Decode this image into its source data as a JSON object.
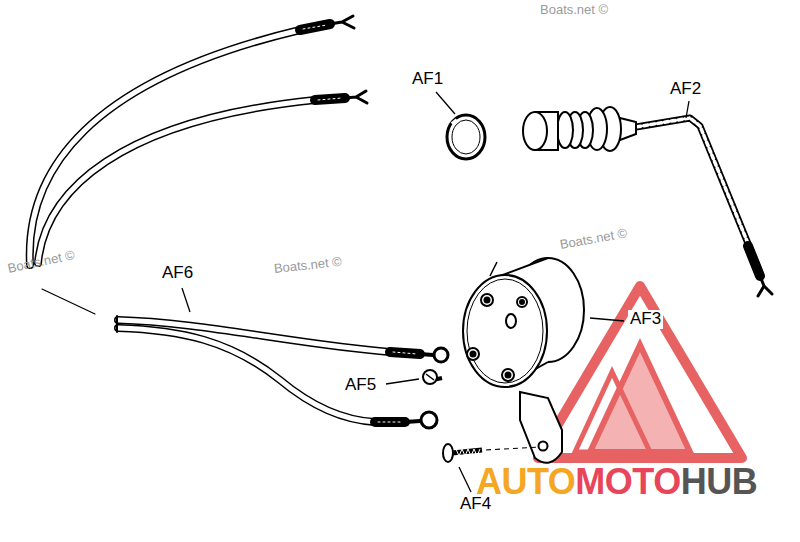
{
  "diagram": {
    "labels": [
      "AF1",
      "AF2",
      "AF3",
      "AF4",
      "AF5",
      "AF6",
      "Boats.net ©",
      "Boats.net ©",
      "Boats.net ©",
      "Boats.net ©",
      "AUTO",
      "MOTO",
      "HUB"
    ]
  }
}
